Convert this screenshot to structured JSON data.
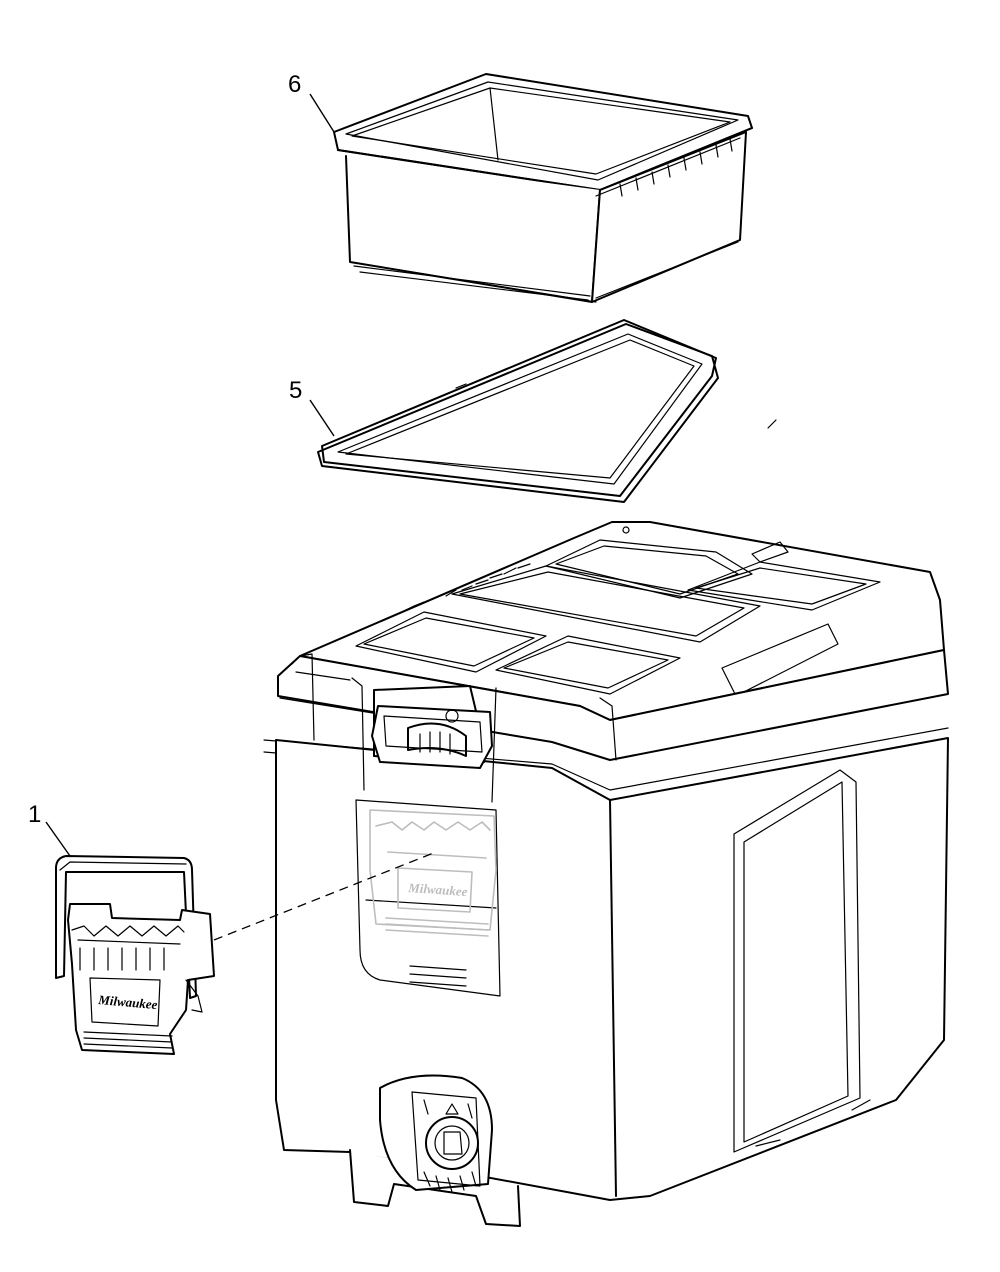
{
  "diagram": {
    "callouts": [
      {
        "id": "tray",
        "label": "6"
      },
      {
        "id": "seal",
        "label": "5"
      },
      {
        "id": "latch",
        "label": "1"
      }
    ],
    "brand_marks": {
      "latch": "Milwaukee",
      "box_ghost": "Milwaukee"
    }
  }
}
